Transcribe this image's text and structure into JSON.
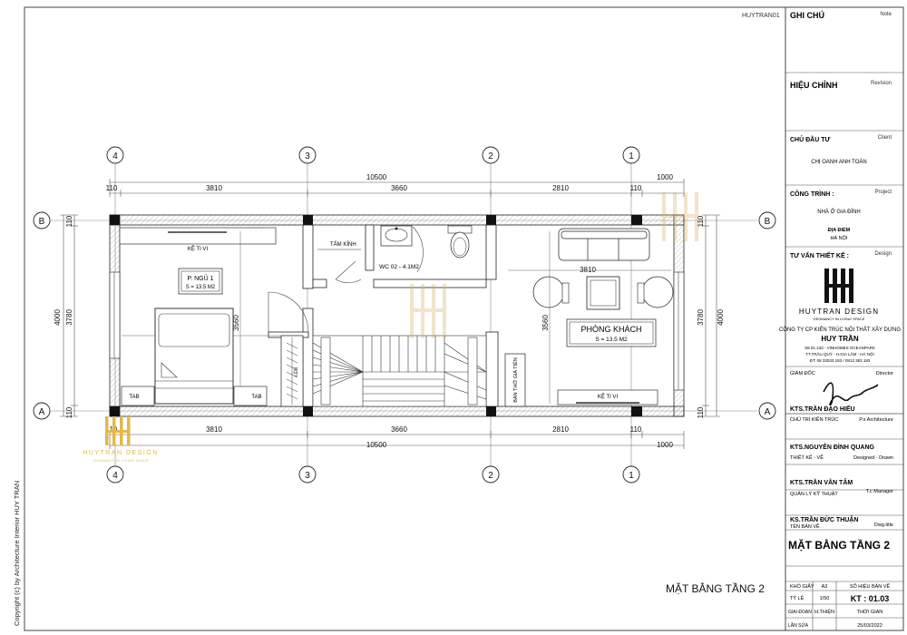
{
  "sheet_code": "HUYTRAN01",
  "drawing_title": "MẶT BẰNG TẦNG 2",
  "copyright": "Copyright (c) by  Architecture Interior HUY TRAN",
  "grid": {
    "columns": [
      "4",
      "3",
      "2",
      "1"
    ],
    "rows": [
      "B",
      "A"
    ]
  },
  "dims": {
    "total": "10500",
    "spans": [
      "3810",
      "3660",
      "2810"
    ],
    "overhang": "1000",
    "wall": "110",
    "height_total": "4000",
    "height_inner": "3780",
    "room_width_left": "3810",
    "room_width_right": "3810",
    "room_depth_left": "3560",
    "room_depth_right": "3560"
  },
  "rooms": {
    "bedroom_name": "P. NGỦ 1",
    "bedroom_area": "S = 13.5 M2",
    "living_name": "PHÒNG KHÁCH",
    "living_area": "S = 13.5 M2",
    "wc": "WC 02 - 4.1M2"
  },
  "furniture": {
    "tv_left": "KỆ TI VI",
    "tv_right": "KỆ TI VI",
    "glass": "TẤM KÍNH",
    "tab1": "TAB",
    "tab2": "TAB",
    "altar": "BAN THỜ GIA TIÊN",
    "stair_label": "LÊN"
  },
  "watermark": {
    "brand": "HUYTRAN DESIGN",
    "tagline": "GEOMANCY IN LIVING SPACE"
  },
  "title_block": {
    "note_vi": "GHI CHÚ",
    "note_en": "Note",
    "revision_vi": "HIỆU CHỈNH",
    "revision_en": "Revision",
    "client_vi": "CHỦ ĐẦU TƯ",
    "client_en": "Client",
    "client_name": "CHỊ OANH ANH TOÀN",
    "project_vi": "CÔNG TRÌNH :",
    "project_en": "Project",
    "project_name": "NHÀ Ở GIA ĐÌNH",
    "location_label": "ĐỊA ĐIỂM",
    "location": "HÀ NỘI",
    "design_vi": "TƯ VẤN THIẾT KẾ :",
    "design_en": "Design",
    "logo_brand": "HUYTRAN DESIGN",
    "logo_tagline": "GEOMANCY IN LIVING SPACE",
    "company": "CÔNG TY CP KIẾN TRÚC NỘI THẤT XÂY DỰNG",
    "company_name": "HUY TRẦN",
    "address1": "S8.01.13d - VINHOMES OCEANPARK",
    "address2": "TT.TRÂU QUỲ - H.GIA LÂM - HÀ NỘI",
    "phone": "ĐT: 08 33033 183 / 0813 383 183",
    "director_vi": "GIÁM ĐỐC",
    "director_en": "Director",
    "director_name": "KTS.TRẦN ĐẠO HIẾU",
    "architect_vi": "CHỦ TRÌ KIẾN TRÚC",
    "architect_en": "P.s Architecture",
    "architect_name": "KTS.NGUYỄN ĐÌNH QUANG",
    "drawn_vi": "THIẾT KẾ - VẼ",
    "drawn_en": "Designed - Drawn",
    "drawn_name": "KTS.TRẦN VĂN TÂM",
    "manager_vi": "QUẢN LÝ KỸ THUẬT",
    "manager_en": "T.c Manager",
    "manager_name": "KS.TRẦN ĐỨC THUẬN",
    "dwg_vi": "TÊN BẢN VẼ",
    "dwg_en": "Dwg.title",
    "dwg_title": "MẶT BẰNG TẦNG 2",
    "paper_label": "KHỔ GIẤY",
    "paper": "A3",
    "sheet_no_label": "SỐ HIỆU BẢN VẼ",
    "scale_label": "TỶ LỆ",
    "scale": "1/50",
    "sheet_no": "KT : 01.03",
    "phase_label": "GIAI ĐOẠN",
    "phase": "H.THIỆN",
    "time_label": "THỜI GIAN",
    "edit_label": "LẦN SỬA",
    "date": "25/03/2022"
  }
}
